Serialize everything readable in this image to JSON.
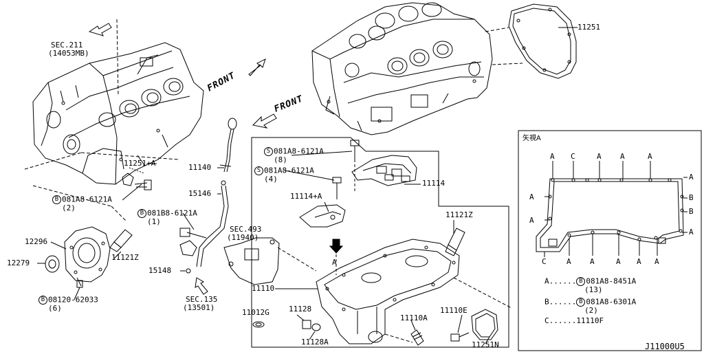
{
  "parts": {
    "sec211": "SEC.211",
    "sec211_sub": "(14053MB)",
    "p11251": "11251",
    "p11251a": "11251+A",
    "p11140": "11140",
    "p15146": "15146",
    "p081a8_6121a_2_code": "081A8-6121A",
    "p081a8_6121a_2_qty": "(2)",
    "p081b8": "081B8-6121A",
    "p081b8_qty": "(1)",
    "p12296": "12296",
    "p12279": "12279",
    "p11121z_left": "11121Z",
    "p08120": "08120-62033",
    "p08120_qty": "(6)",
    "p15148": "15148",
    "sec135": "SEC.135",
    "sec135_sub": "(13501)",
    "p081a8_top_code": "081A8-6121A",
    "p081a8_top_qty": "(8)",
    "p081a8_mid_code": "081A8-6121A",
    "p081a8_mid_qty": "(4)",
    "p11114": "11114",
    "p11114a": "11114+A",
    "p11121z_right": "11121Z",
    "sec493": "SEC.493",
    "sec493_sub": "(11940)",
    "p11110": "11110",
    "p11012g": "11012G",
    "p11128": "11128",
    "p11128a": "11128A",
    "p11110a": "11110A",
    "p11110e": "11110E",
    "p11251n": "11251N",
    "arrow_a": "A",
    "front1": "FRONT",
    "front2": "FRONT",
    "diagram_id": "J11000U5"
  },
  "prefixes": {
    "b": "B",
    "s": "S"
  },
  "view_panel": {
    "title": "矢視A",
    "top_marks": [
      "A",
      "C",
      "A",
      "A",
      "A"
    ],
    "bottom_marks": [
      "C",
      "A",
      "A",
      "A",
      "A",
      "A"
    ],
    "left_marks": [
      "A",
      "A"
    ],
    "right_marks": [
      "A",
      "B",
      "B",
      "A"
    ],
    "legend": [
      {
        "key": "A",
        "code": "081A8-8451A",
        "qty": "(13)"
      },
      {
        "key": "B",
        "code": "081A8-6301A",
        "qty": "(2)"
      },
      {
        "key": "C",
        "code": "11110F",
        "qty": ""
      }
    ],
    "legend_dots": "......"
  }
}
